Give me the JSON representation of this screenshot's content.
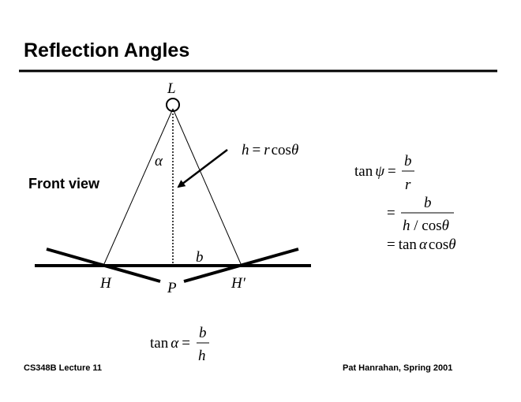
{
  "title": "Reflection Angles",
  "subtitle": "Front view",
  "diagram": {
    "labels": {
      "light": "L",
      "alpha": "α",
      "b": "b",
      "H": "H",
      "P": "P",
      "H_prime": "H′"
    },
    "arrow_label": {
      "lhs": "h",
      "eq": "=",
      "rhs_var": "r",
      "rhs_fn": "cos",
      "rhs_theta": "θ"
    }
  },
  "equations": {
    "line1": {
      "fn": "tan",
      "var": "ψ",
      "eq": "=",
      "num": "b",
      "den": "r"
    },
    "line2": {
      "eq": "=",
      "num": "b",
      "den_var": "h",
      "den_rest": " / cos",
      "den_theta": "θ"
    },
    "line3": {
      "eq": "=",
      "fn": "tan",
      "var": "α",
      "fn2": "cos",
      "theta": "θ"
    },
    "bottom": {
      "fn": "tan",
      "var": "α",
      "eq": "=",
      "num": "b",
      "den": "h"
    }
  },
  "footer": {
    "left": "CS348B Lecture 11",
    "right": "Pat Hanrahan, Spring 2001"
  }
}
